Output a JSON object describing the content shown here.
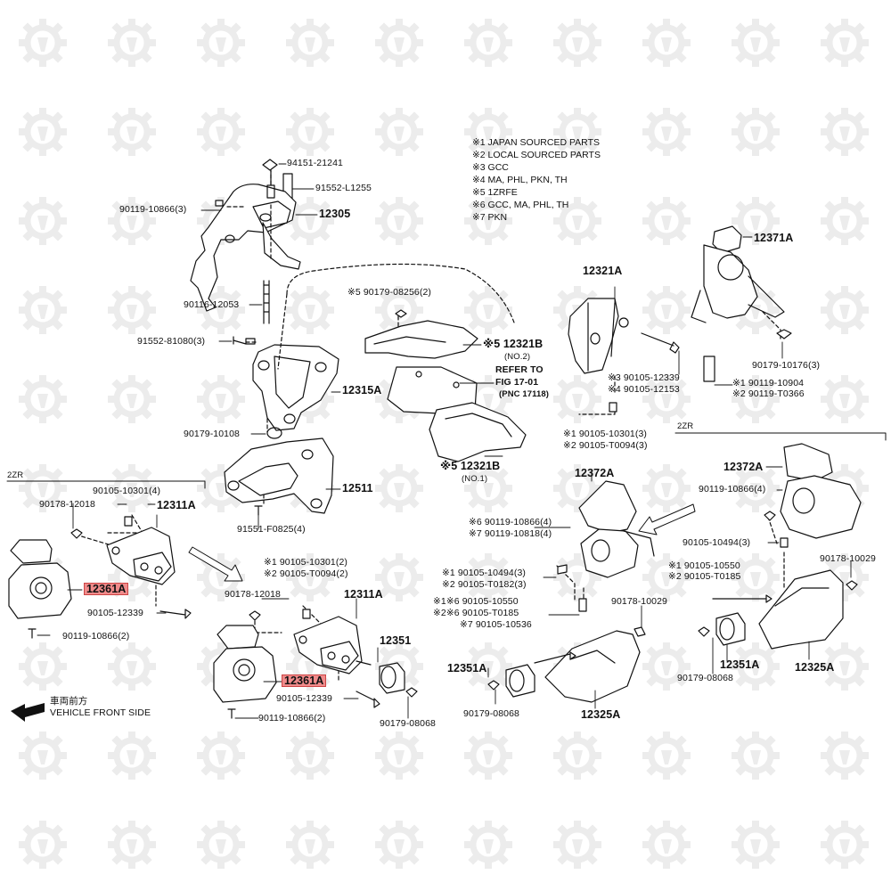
{
  "legend": {
    "notes": [
      "※1 JAPAN SOURCED PARTS",
      "※2 LOCAL SOURCED PARTS",
      "※3 GCC",
      "※4 MA, PHL, PKN, TH",
      "※5 1ZRFE",
      "※6 GCC, MA, PHL, TH",
      "※7 PKN"
    ]
  },
  "top": {
    "p94151": "94151-21241",
    "p91552a": "91552-L1255",
    "p90119a": "90119-10866(3)",
    "p12305": "12305",
    "p90116": "90116-12053",
    "p91552b": "91552-81080(3)",
    "p12315A": "12315A",
    "p90179a": "90179-10108",
    "p12511": "12511",
    "p91551": "91551-F0825(4)"
  },
  "center": {
    "p90179b": "※5 90179-08256(2)",
    "p12321B2": "※5 12321B",
    "p12321B2sub": "(NO.2)",
    "refer1": "REFER TO",
    "refer2": "FIG 17-01",
    "refer3": "(PNC 17118)",
    "p12321B1": "※5 12321B",
    "p12321B1sub": "(NO.1)"
  },
  "rightTop": {
    "p12321A": "12321A",
    "p90105a1": "※3 90105-12339",
    "p90105a2": "※4 90105-12153",
    "p90105b1": "※1 90105-10301(3)",
    "p90105b2": "※2 90105-T0094(3)",
    "p12371A": "12371A",
    "p90179c": "90179-10176(3)",
    "p90119b1": "※1 90119-10904",
    "p90119b2": "※2 90119-T0366"
  },
  "left": {
    "section": "2ZR",
    "p90105c": "90105-10301(4)",
    "p90178a": "90178-12018",
    "p12311A": "12311A",
    "p12361A": "12361A",
    "p90105d": "90105-12339",
    "p90119c": "90119-10866(2)",
    "front1": "車両前方",
    "front2": "VEHICLE FRONT SIDE"
  },
  "middle": {
    "p90105e1": "※1 90105-10301(2)",
    "p90105e2": "※2 90105-T0094(2)",
    "p90178b": "90178-12018",
    "p12311A": "12311A",
    "p12351": "12351",
    "p12361A": "12361A",
    "p90105f": "90105-12339",
    "p90119d": "90119-10866(2)",
    "p90179d": "90179-08068"
  },
  "centerLow": {
    "p12372A": "12372A",
    "p90119e1": "※6 90119-10866(4)",
    "p90119e2": "※7 90119-10818(4)",
    "p90105g1": "※1 90105-10494(3)",
    "p90105g2": "※2 90105-T0182(3)",
    "p90105h1": "※1※6 90105-10550",
    "p90105h2": "※2※6 90105-T0185",
    "p90105h3": "※7 90105-10536",
    "p90178c": "90178-10029",
    "p12351A": "12351A",
    "p90179e": "90179-08068",
    "p12325A": "12325A"
  },
  "rightLow": {
    "section": "2ZR",
    "p12372A": "12372A",
    "p90119f": "90119-10866(4)",
    "p90105i": "90105-10494(3)",
    "p90178d": "90178-10029",
    "p90105j1": "※1 90105-10550",
    "p90105j2": "※2 90105-T0185",
    "p12351A": "12351A",
    "p90179f": "90179-08068",
    "p12325A": "12325A"
  },
  "colors": {
    "highlight": "#f08b8b",
    "ink": "#111111",
    "watermark": "#ececec"
  }
}
